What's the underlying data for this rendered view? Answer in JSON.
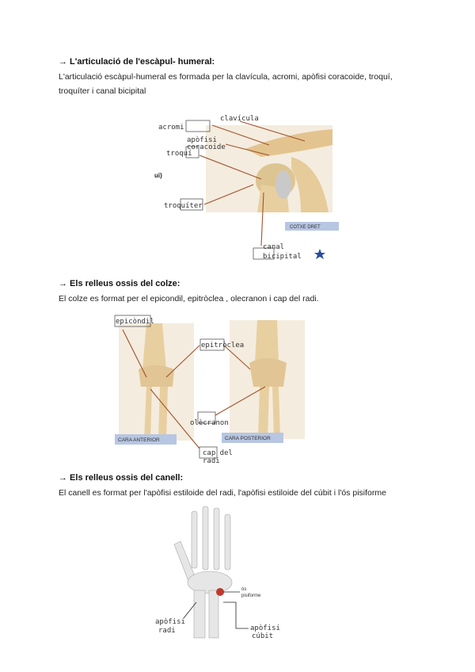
{
  "section1": {
    "heading": "→ L'articulació de l'escàpul- humeral:",
    "text_line1": "L'articulació escàpul-humeral es formada per la clavícula, acromi, apòfisi coracoide, troquí,",
    "text_line2": "troquíter i canal bicipital",
    "labels": {
      "clavicula": "clavícula",
      "acromi": "acromi",
      "apofisi": "apòfisi",
      "coracoide": "coracoide",
      "troqui": "troquí",
      "ui": "ui)",
      "troquiter": "troquíter",
      "canal": "canal",
      "bicipital": "bicipital",
      "tag": "COTXE DRET"
    }
  },
  "section2": {
    "heading": "→ Els relleus ossis del colze:",
    "text": "El colze es format per el epicondil, epitròclea , olecranon i cap del radi.",
    "labels": {
      "epicondil": "epicòndil",
      "epitroclea": "epitròclea",
      "olecranon": "olècranon",
      "cap_del": "cap del",
      "radi": "radi",
      "cara_anterior": "CARA ANTERIOR",
      "cara_posterior": "CARA POSTERIOR"
    }
  },
  "section3": {
    "heading": "→ Els relleus ossis del canell:",
    "text": "El canell es format per l'apòfisi estiloide del radi,  l'apòfisi estiloide del cúbit i l'ós pisiforme",
    "labels": {
      "os": "ós",
      "pisiforme": "pisiforme",
      "apofisi_radi_1": "apòfisi",
      "apofisi_radi_2": "radi",
      "apofisi_cubit_1": "apòfisi",
      "apofisi_cubit_2": "cúbit"
    }
  },
  "colors": {
    "arrow": "#a0522d",
    "bone": "#e8cfa0",
    "tag": "#b7c6e2",
    "star": "#2a4d9b"
  }
}
